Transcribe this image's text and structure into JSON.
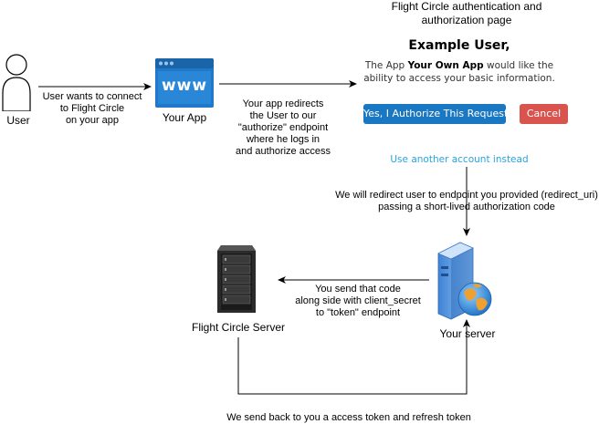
{
  "nodes": {
    "user": "User",
    "your_app": "Your App",
    "app_icon_text": "www",
    "flight_circle_server": "Flight Circle Server",
    "your_server": "Your server"
  },
  "edges": {
    "user_to_app": [
      "User wants to connect",
      "to Flight Circle",
      "on your app"
    ],
    "app_to_auth": [
      "Your app redirects",
      "the User to our",
      "\"authorize\" endpoint",
      "where he logs in",
      "and authorize access"
    ],
    "auth_to_server": [
      "We will redirect user to endpoint you provided (redirect_uri)",
      "passing a short-lived authorization code"
    ],
    "server_to_fc": [
      "You send that code",
      "along side with client_secret",
      "to \"token\" endpoint"
    ],
    "fc_to_server": "We send back to you a access token and refresh token"
  },
  "auth_page": {
    "title": [
      "Flight Circle authentication and",
      "authorization page"
    ],
    "user_name": "Example User,",
    "message_prefix": "The App ",
    "app_name": "Your Own App",
    "message_suffix": " would like the",
    "message_line2": "ability to access your basic information.",
    "authorize_label": "Yes, I Authorize This Request",
    "cancel_label": "Cancel",
    "other_account": "Use another account instead"
  },
  "colors": {
    "authorize_button": "#1a78c2",
    "cancel_button": "#d9534f",
    "link": "#2aa3e0",
    "browser_window": "#1f78c8"
  }
}
